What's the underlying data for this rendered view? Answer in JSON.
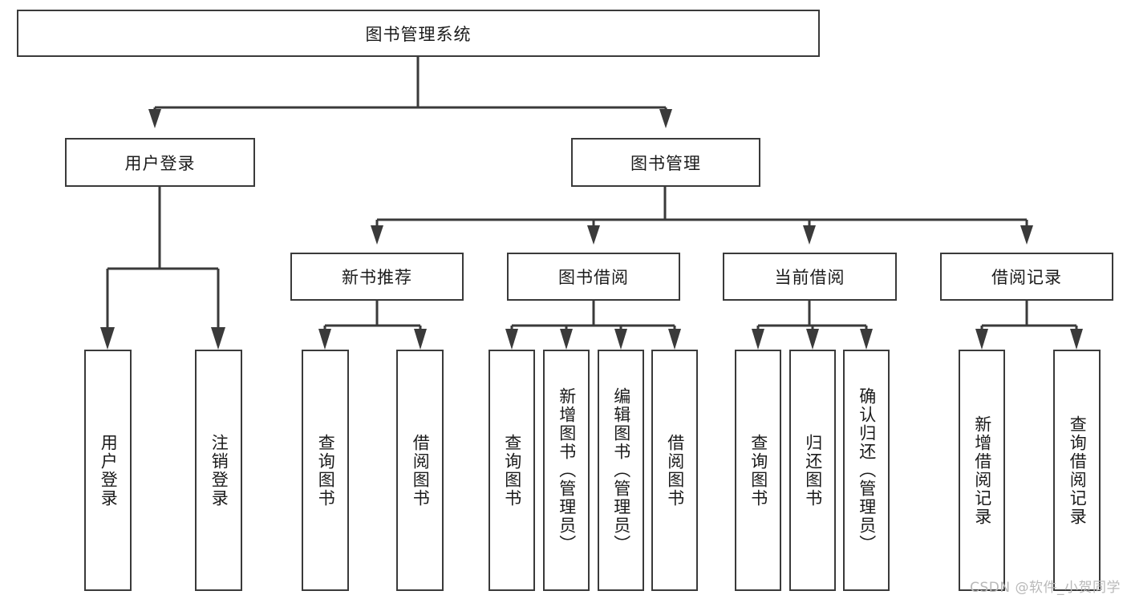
{
  "diagram": {
    "title": "图书管理系统",
    "type": "tree",
    "root": {
      "label": "图书管理系统"
    },
    "level2": [
      {
        "label": "用户登录"
      },
      {
        "label": "图书管理"
      }
    ],
    "level3": [
      {
        "label": "新书推荐",
        "parent": "图书管理"
      },
      {
        "label": "图书借阅",
        "parent": "图书管理"
      },
      {
        "label": "当前借阅",
        "parent": "图书管理"
      },
      {
        "label": "借阅记录",
        "parent": "图书管理"
      }
    ],
    "leaves": [
      {
        "label": "用户登录",
        "parent": "用户登录"
      },
      {
        "label": "注销登录",
        "parent": "用户登录"
      },
      {
        "label": "查询图书",
        "parent": "新书推荐"
      },
      {
        "label": "借阅图书",
        "parent": "新书推荐"
      },
      {
        "label": "查询图书",
        "parent": "图书借阅"
      },
      {
        "label": "新增图书（管理员）",
        "parent": "图书借阅"
      },
      {
        "label": "编辑图书（管理员）",
        "parent": "图书借阅"
      },
      {
        "label": "借阅图书",
        "parent": "图书借阅"
      },
      {
        "label": "查询图书",
        "parent": "当前借阅"
      },
      {
        "label": "归还图书",
        "parent": "当前借阅"
      },
      {
        "label": "确认归还（管理员）",
        "parent": "当前借阅"
      },
      {
        "label": "新增借阅记录",
        "parent": "借阅记录"
      },
      {
        "label": "查询借阅记录",
        "parent": "借阅记录"
      }
    ],
    "watermark": "CSDN @软件_小贺同学",
    "colors": {
      "stroke": "#3a3a3a",
      "text": "#1b1b1b",
      "background": "#ffffff",
      "watermark": "#b9b9b9"
    }
  }
}
